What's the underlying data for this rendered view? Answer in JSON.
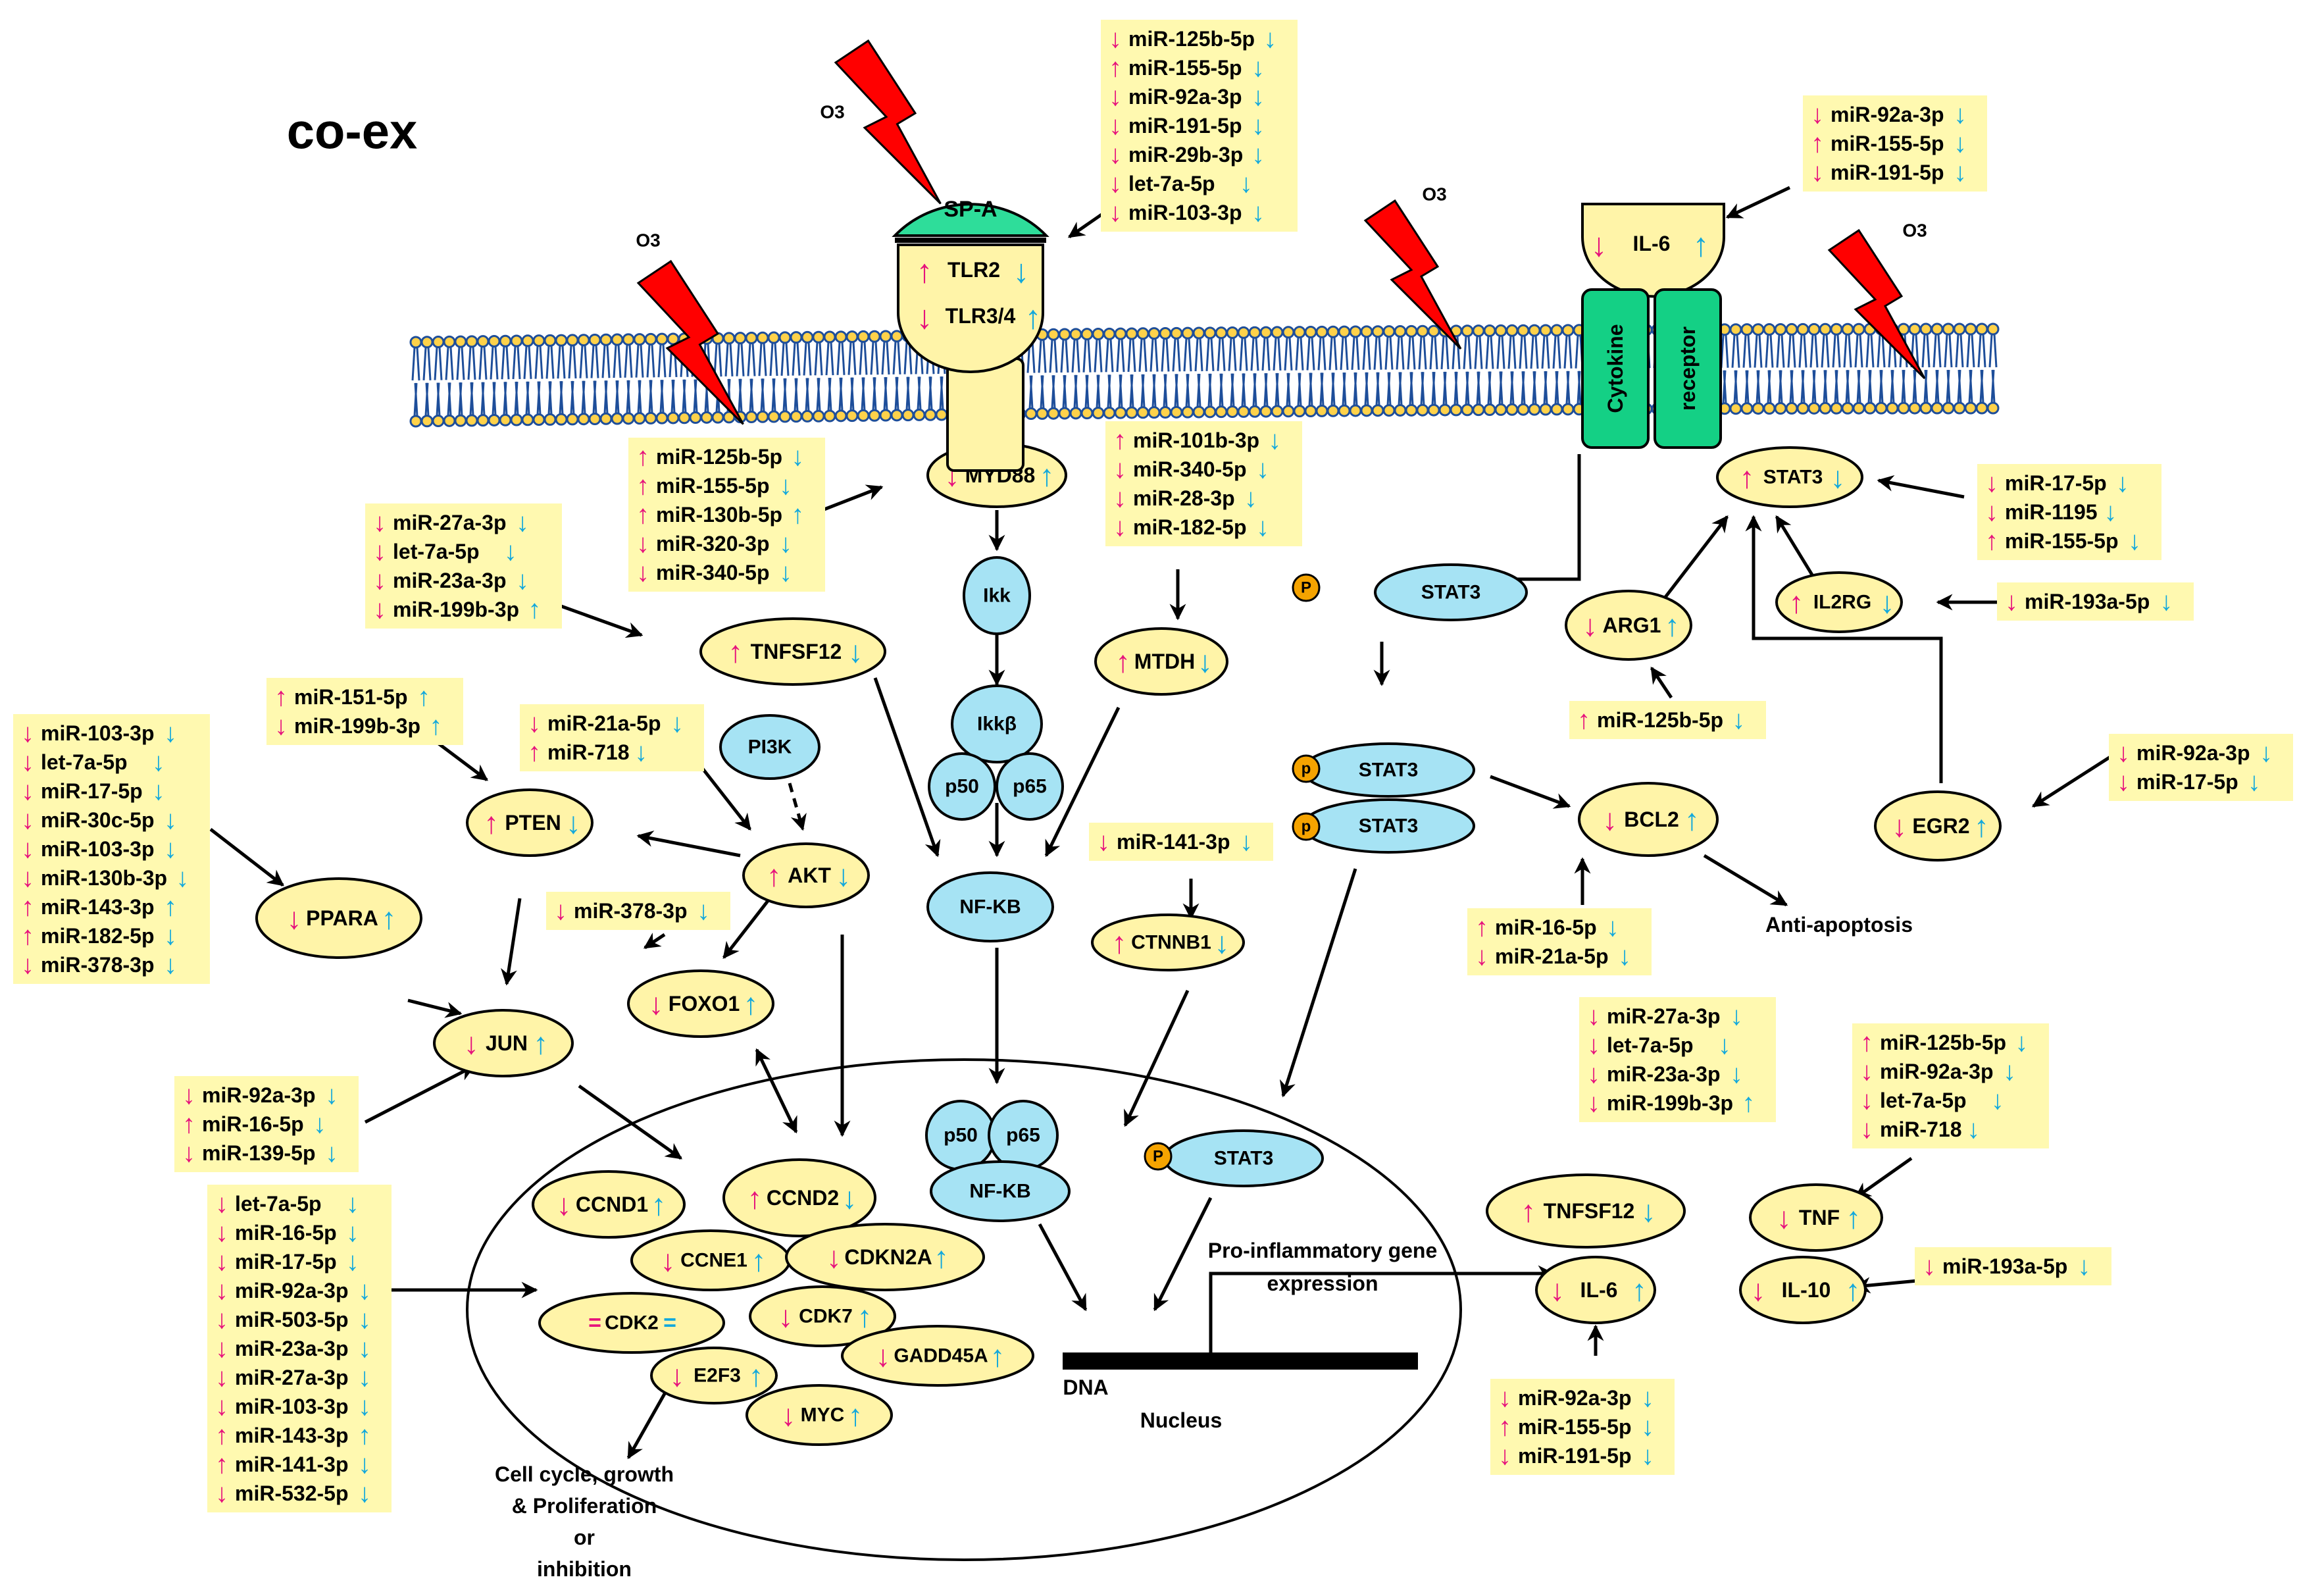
{
  "title": "co-ex",
  "ozone_label": "O3",
  "arrow_glyphs": {
    "up": "↑",
    "down": "↓"
  },
  "colors": {
    "node_fill": "#FFF4A8",
    "node_blue": "#A6E3F4",
    "spa_green": "#2EDD9A",
    "cytokine_green": "#14D085",
    "mirna_box": "#FFF9B0",
    "up_down_magenta": "#E6127C",
    "arrow_cyan": "#12A8DC",
    "bolt_red": "#FF0000",
    "membrane_blue": "#1E4E9A",
    "phospho_orange": "#F5A300"
  },
  "nodes": [
    {
      "id": "spa",
      "label": "SP-A",
      "left": "",
      "right": ""
    },
    {
      "id": "tlr2",
      "label": "TLR2",
      "left": "up",
      "right": "down"
    },
    {
      "id": "tlr34",
      "label": "TLR3/4",
      "left": "down",
      "right": "up"
    },
    {
      "id": "il6_receptor",
      "label": "IL-6",
      "left": "down",
      "right": "up"
    },
    {
      "id": "cytokine",
      "label": "Cytokine"
    },
    {
      "id": "receptor",
      "label": "receptor"
    },
    {
      "id": "myd88",
      "label": "MYD88",
      "left": "down",
      "right": "up"
    },
    {
      "id": "ikk",
      "label": "Ikk"
    },
    {
      "id": "ikkb",
      "label": "Ikkβ"
    },
    {
      "id": "p50a",
      "label": "p50"
    },
    {
      "id": "p65a",
      "label": "p65"
    },
    {
      "id": "nfkb",
      "label": "NF-KB"
    },
    {
      "id": "mtdh",
      "label": "MTDH",
      "left": "up",
      "right": "down"
    },
    {
      "id": "tnfsf12a",
      "label": "TNFSF12",
      "left": "up",
      "right": "down"
    },
    {
      "id": "pi3k",
      "label": "PI3K"
    },
    {
      "id": "pten",
      "label": "PTEN",
      "left": "up",
      "right": "down"
    },
    {
      "id": "akt",
      "label": "AKT",
      "left": "up",
      "right": "down"
    },
    {
      "id": "foxo1",
      "label": "FOXO1",
      "left": "down",
      "right": "up"
    },
    {
      "id": "ppara",
      "label": "PPARA",
      "left": "down",
      "right": "up"
    },
    {
      "id": "jun",
      "label": "JUN",
      "left": "down",
      "right": "up"
    },
    {
      "id": "ctnnb1",
      "label": "CTNNB1",
      "left": "up",
      "right": "down"
    },
    {
      "id": "stat3a",
      "label": "STAT3",
      "p": "P"
    },
    {
      "id": "stat3b",
      "label": "STAT3",
      "p": "p"
    },
    {
      "id": "stat3c",
      "label": "STAT3",
      "p": "p"
    },
    {
      "id": "stat3d",
      "label": "STAT3",
      "p": "P"
    },
    {
      "id": "stat3top",
      "label": "STAT3",
      "left": "up",
      "right": "down"
    },
    {
      "id": "arg1",
      "label": "ARG1",
      "left": "down",
      "right": "up"
    },
    {
      "id": "il2rg",
      "label": "IL2RG",
      "left": "up",
      "right": "down"
    },
    {
      "id": "egr2",
      "label": "EGR2",
      "left": "down",
      "right": "up"
    },
    {
      "id": "bcl2",
      "label": "BCL2",
      "left": "down",
      "right": "up"
    },
    {
      "id": "p50b",
      "label": "p50"
    },
    {
      "id": "p65b",
      "label": "p65"
    },
    {
      "id": "nfkb2",
      "label": "NF-KB"
    },
    {
      "id": "ccnd1",
      "label": "CCND1",
      "left": "down",
      "right": "up"
    },
    {
      "id": "ccnd2",
      "label": "CCND2",
      "left": "up",
      "right": "down"
    },
    {
      "id": "ccne1",
      "label": "CCNE1",
      "left": "down",
      "right": "up"
    },
    {
      "id": "cdkn2a",
      "label": "CDKN2A",
      "left": "down",
      "right": "up"
    },
    {
      "id": "cdk2",
      "label": "CDK2",
      "eq": "="
    },
    {
      "id": "cdk7",
      "label": "CDK7",
      "left": "down",
      "right": "up"
    },
    {
      "id": "gadd45a",
      "label": "GADD45A",
      "left": "down",
      "right": "up"
    },
    {
      "id": "e2f3",
      "label": "E2F3",
      "left": "down",
      "right": "up"
    },
    {
      "id": "myc",
      "label": "MYC",
      "left": "down",
      "right": "up"
    },
    {
      "id": "tnfsf12b",
      "label": "TNFSF12",
      "left": "up",
      "right": "down"
    },
    {
      "id": "tnf",
      "label": "TNF",
      "left": "down",
      "right": "up"
    },
    {
      "id": "il6b",
      "label": "IL-6",
      "left": "down",
      "right": "up"
    },
    {
      "id": "il10",
      "label": "IL-10",
      "left": "down",
      "right": "up"
    }
  ],
  "mirna_boxes": [
    {
      "id": "box_tlr",
      "items": [
        [
          "down",
          "miR-125b-5p",
          "down"
        ],
        [
          "up",
          "miR-155-5p",
          "down"
        ],
        [
          "down",
          "miR-92a-3p",
          "down"
        ],
        [
          "down",
          "miR-191-5p",
          "down"
        ],
        [
          "down",
          "miR-29b-3p",
          "down"
        ],
        [
          "down",
          "let-7a-5p",
          "down"
        ],
        [
          "down",
          "miR-103-3p",
          "down"
        ]
      ]
    },
    {
      "id": "box_il6r",
      "items": [
        [
          "down",
          "miR-92a-3p",
          "down"
        ],
        [
          "up",
          "miR-155-5p",
          "down"
        ],
        [
          "down",
          "miR-191-5p",
          "down"
        ]
      ]
    },
    {
      "id": "box_myd88",
      "items": [
        [
          "up",
          "miR-125b-5p",
          "down"
        ],
        [
          "up",
          "miR-155-5p",
          "down"
        ],
        [
          "up",
          "miR-130b-5p",
          "up"
        ],
        [
          "down",
          "miR-320-3p",
          "down"
        ],
        [
          "down",
          "miR-340-5p",
          "down"
        ]
      ]
    },
    {
      "id": "box_mtdh",
      "items": [
        [
          "up",
          "miR-101b-3p",
          "down"
        ],
        [
          "down",
          "miR-340-5p",
          "down"
        ],
        [
          "down",
          "miR-28-3p",
          "down"
        ],
        [
          "down",
          "miR-182-5p",
          "down"
        ]
      ]
    },
    {
      "id": "box_tnfsf12a",
      "items": [
        [
          "down",
          "miR-27a-3p",
          "down"
        ],
        [
          "down",
          "let-7a-5p",
          "down"
        ],
        [
          "down",
          "miR-23a-3p",
          "down"
        ],
        [
          "down",
          "miR-199b-3p",
          "up"
        ]
      ]
    },
    {
      "id": "box_pten",
      "items": [
        [
          "up",
          "miR-151-5p",
          "up"
        ],
        [
          "down",
          "miR-199b-3p",
          "up"
        ]
      ]
    },
    {
      "id": "box_akt",
      "items": [
        [
          "down",
          "miR-21a-5p",
          "down"
        ],
        [
          "up",
          "miR-718",
          "down"
        ]
      ]
    },
    {
      "id": "box_ppara",
      "items": [
        [
          "down",
          "miR-103-3p",
          "down"
        ],
        [
          "down",
          "let-7a-5p",
          "down"
        ],
        [
          "down",
          "miR-17-5p",
          "down"
        ],
        [
          "down",
          "miR-30c-5p",
          "down"
        ],
        [
          "down",
          "miR-103-3p",
          "down"
        ],
        [
          "down",
          "miR-130b-3p",
          "down"
        ],
        [
          "up",
          "miR-143-3p",
          "up"
        ],
        [
          "up",
          "miR-182-5p",
          "down"
        ],
        [
          "down",
          "miR-378-3p",
          "down"
        ]
      ]
    },
    {
      "id": "box_foxo1",
      "items": [
        [
          "down",
          "miR-378-3p",
          "down"
        ]
      ]
    },
    {
      "id": "box_ctnnb1",
      "items": [
        [
          "down",
          "miR-141-3p",
          "down"
        ]
      ]
    },
    {
      "id": "box_jun",
      "items": [
        [
          "down",
          "miR-92a-3p",
          "down"
        ],
        [
          "up",
          "miR-16-5p",
          "down"
        ],
        [
          "down",
          "miR-139-5p",
          "down"
        ]
      ]
    },
    {
      "id": "box_cellcycle",
      "items": [
        [
          "down",
          "let-7a-5p",
          "down"
        ],
        [
          "down",
          "miR-16-5p",
          "down"
        ],
        [
          "down",
          "miR-17-5p",
          "down"
        ],
        [
          "down",
          "miR-92a-3p",
          "down"
        ],
        [
          "down",
          "miR-503-5p",
          "down"
        ],
        [
          "down",
          "miR-23a-3p",
          "down"
        ],
        [
          "down",
          "miR-27a-3p",
          "down"
        ],
        [
          "down",
          "miR-103-3p",
          "down"
        ],
        [
          "up",
          "miR-143-3p",
          "up"
        ],
        [
          "up",
          "miR-141-3p",
          "down"
        ],
        [
          "down",
          "miR-532-5p",
          "down"
        ]
      ]
    },
    {
      "id": "box_stat3",
      "items": [
        [
          "down",
          "miR-17-5p",
          "down"
        ],
        [
          "down",
          "miR-1195",
          "down"
        ],
        [
          "up",
          "miR-155-5p",
          "down"
        ]
      ]
    },
    {
      "id": "box_il2rg",
      "items": [
        [
          "down",
          "miR-193a-5p",
          "down"
        ]
      ]
    },
    {
      "id": "box_arg1",
      "items": [
        [
          "up",
          "miR-125b-5p",
          "down"
        ]
      ]
    },
    {
      "id": "box_egr2",
      "items": [
        [
          "down",
          "miR-92a-3p",
          "down"
        ],
        [
          "down",
          "miR-17-5p",
          "down"
        ]
      ]
    },
    {
      "id": "box_bcl2",
      "items": [
        [
          "up",
          "miR-16-5p",
          "down"
        ],
        [
          "down",
          "miR-21a-5p",
          "down"
        ]
      ]
    },
    {
      "id": "box_tnfsf12b",
      "items": [
        [
          "down",
          "miR-27a-3p",
          "down"
        ],
        [
          "down",
          "let-7a-5p",
          "down"
        ],
        [
          "down",
          "miR-23a-3p",
          "down"
        ],
        [
          "down",
          "miR-199b-3p",
          "up"
        ]
      ]
    },
    {
      "id": "box_tnf",
      "items": [
        [
          "up",
          "miR-125b-5p",
          "down"
        ],
        [
          "down",
          "miR-92a-3p",
          "down"
        ],
        [
          "down",
          "let-7a-5p",
          "down"
        ],
        [
          "down",
          "miR-718",
          "down"
        ]
      ]
    },
    {
      "id": "box_il10",
      "items": [
        [
          "down",
          "miR-193a-5p",
          "down"
        ]
      ]
    },
    {
      "id": "box_il6b",
      "items": [
        [
          "down",
          "miR-92a-3p",
          "down"
        ],
        [
          "up",
          "miR-155-5p",
          "down"
        ],
        [
          "down",
          "miR-191-5p",
          "down"
        ]
      ]
    }
  ],
  "labels": {
    "anti_apoptosis": "Anti-apoptosis",
    "proinflammatory": [
      "Pro-inflammatory gene",
      "expression"
    ],
    "dna": "DNA",
    "nucleus": "Nucleus",
    "cell_cycle": [
      "Cell cycle, growth",
      "& Proliferation",
      "or",
      "inhibition"
    ]
  }
}
